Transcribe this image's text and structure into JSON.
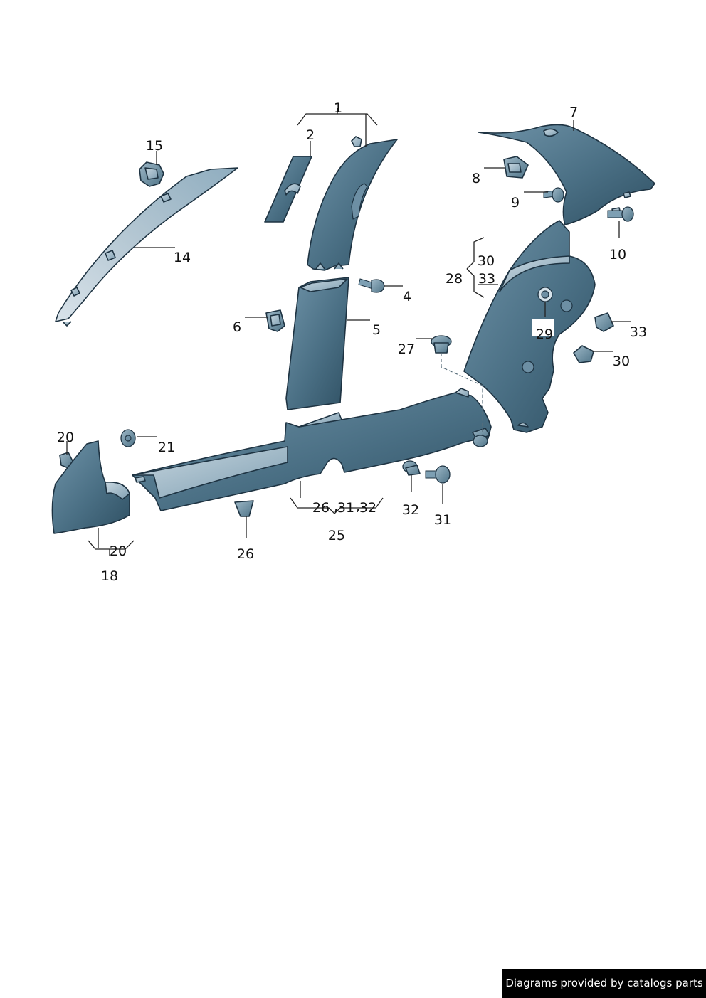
{
  "labels": {
    "l1": "1",
    "l2": "2",
    "l4": "4",
    "l5": "5",
    "l6": "6",
    "l7": "7",
    "l8": "8",
    "l9": "9",
    "l10": "10",
    "l14": "14",
    "l15": "15",
    "l18": "18",
    "l20a": "20",
    "l20b": "20",
    "l21": "21",
    "l25": "25",
    "l26a": "26",
    "l26b": "26",
    "l27": "27",
    "l28": "28",
    "l29": "29",
    "l30a": "30",
    "l30b": "30",
    "l31a": "31",
    "l31b": "31",
    "l32a": "32",
    "l32b": "32",
    "l33a": "33",
    "l33b": "33"
  },
  "footer": {
    "text": "Diagrams provided by catalogs parts"
  },
  "colors": {
    "part_dark": "#3f6478",
    "part_light": "#b9cad5",
    "outline": "#1e3342",
    "footer_bg": "#000000"
  }
}
